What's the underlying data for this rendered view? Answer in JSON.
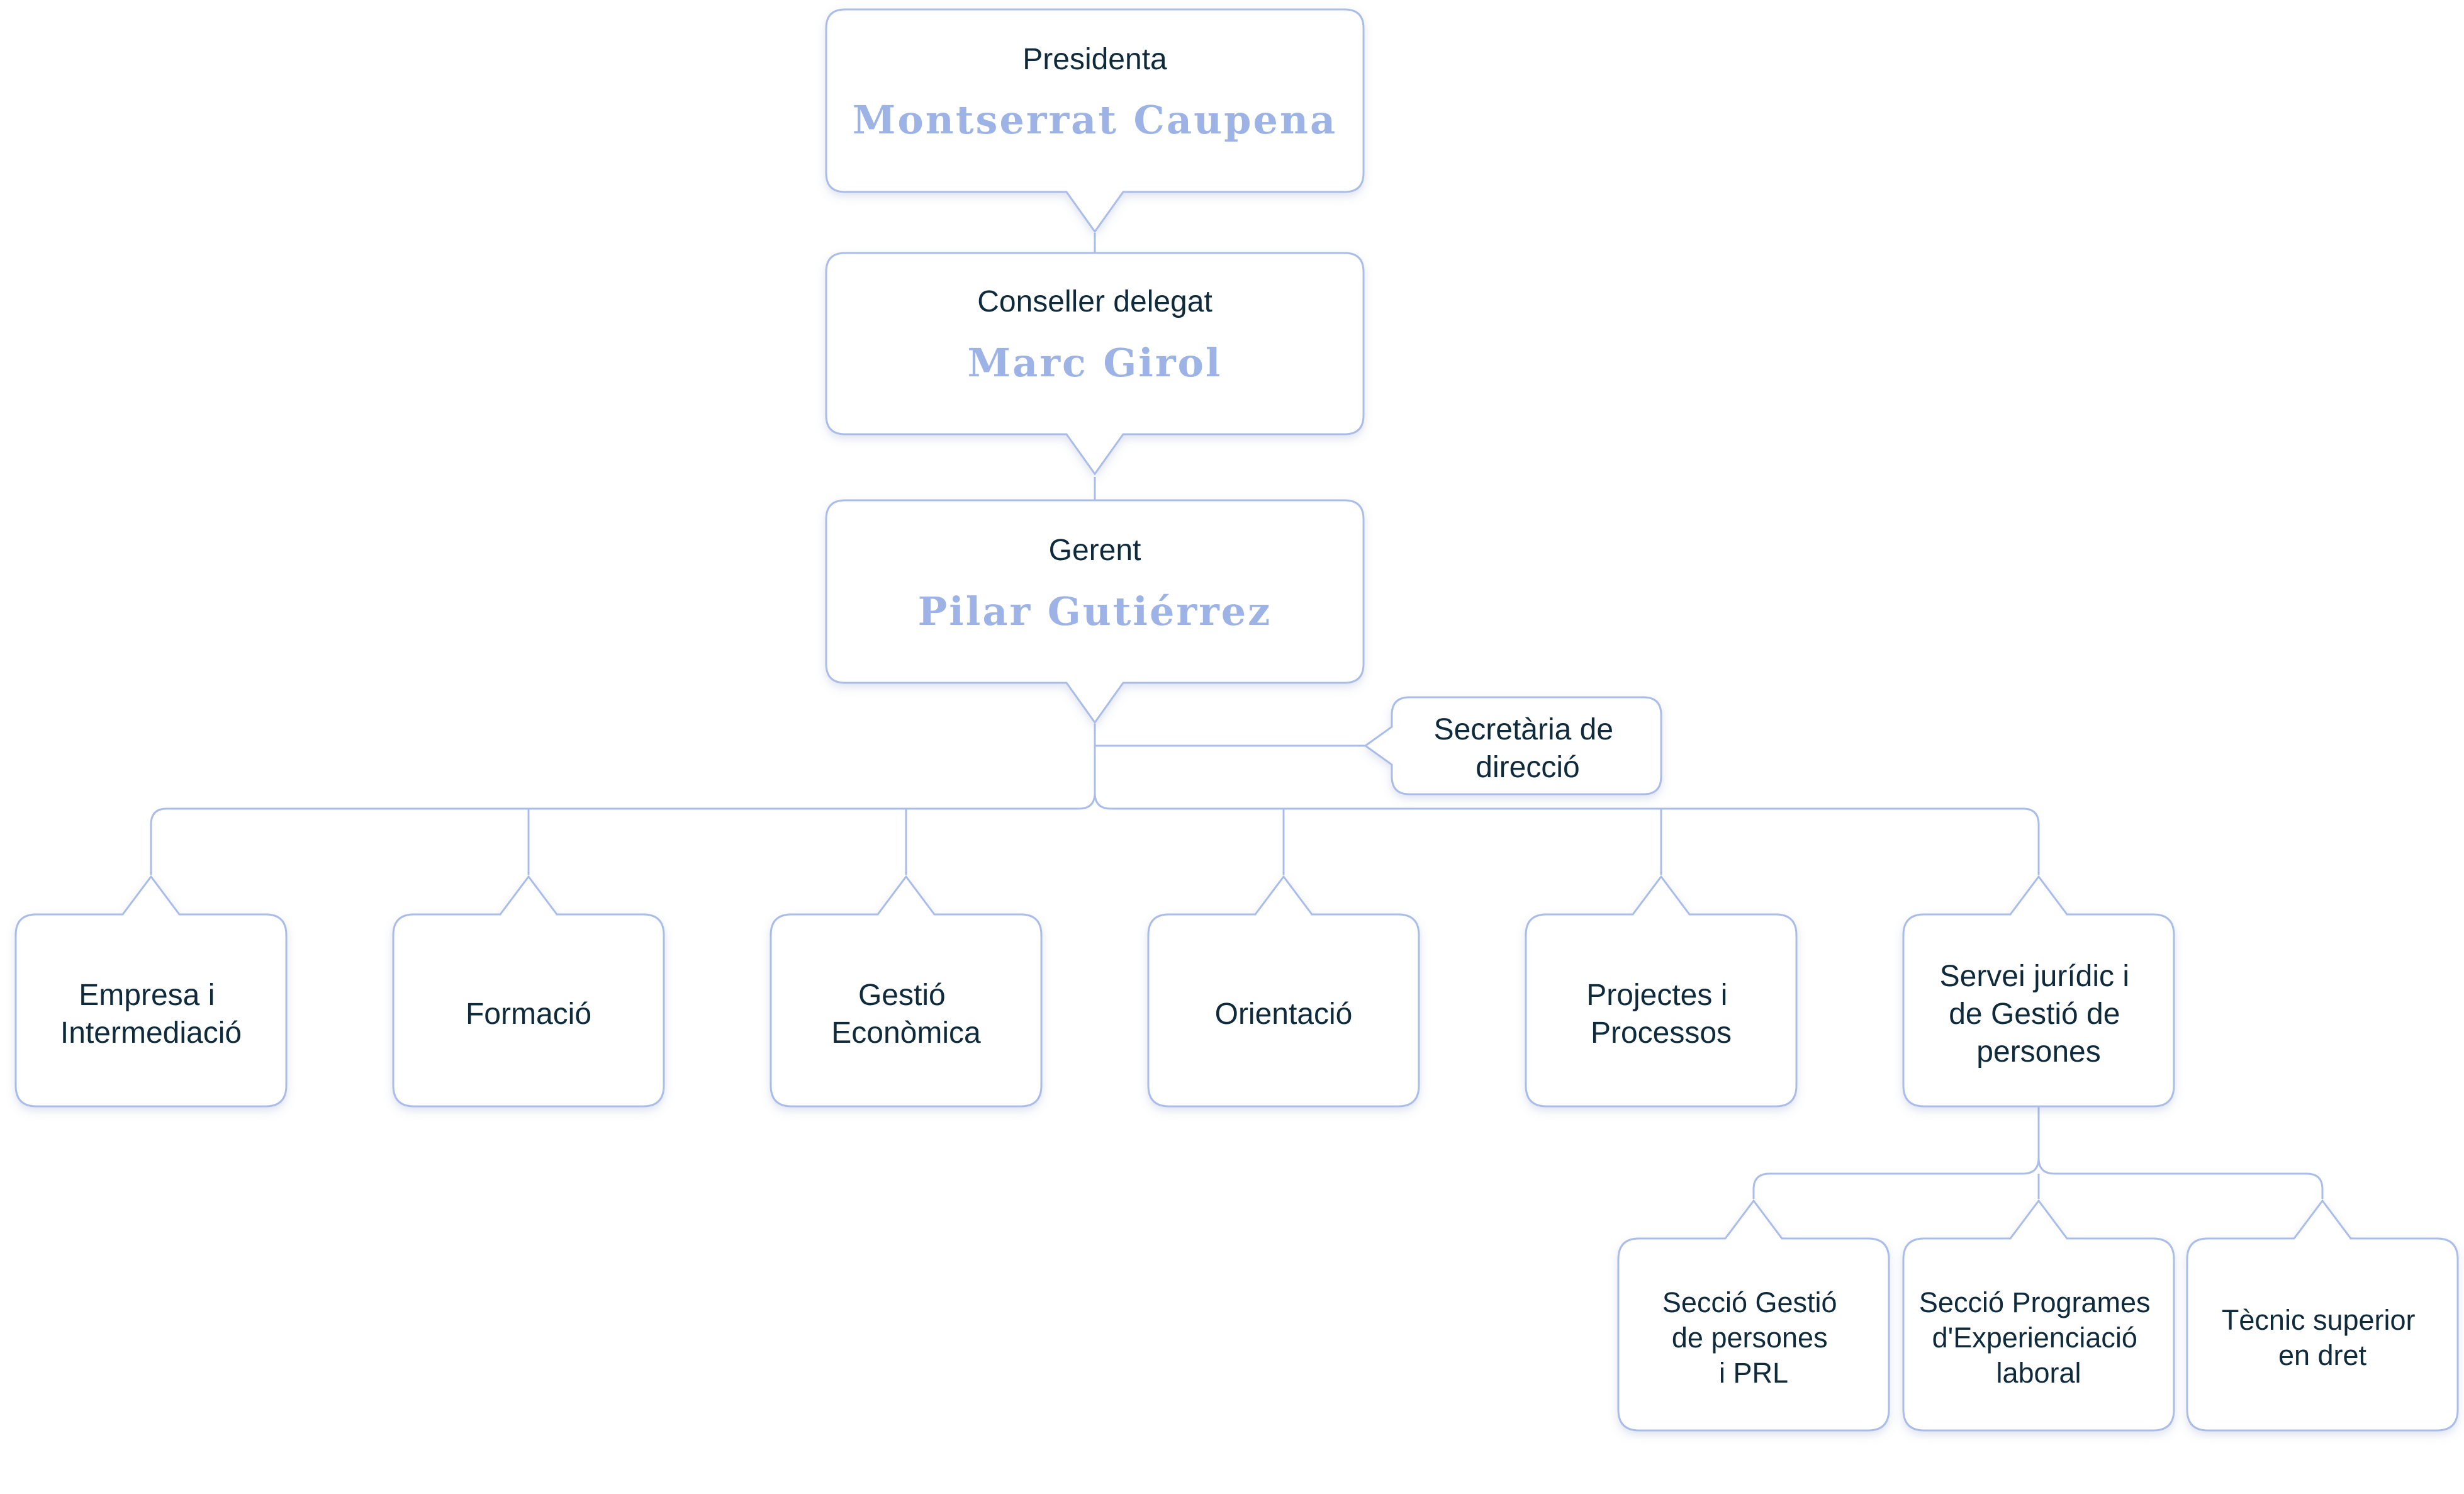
{
  "nodes": {
    "president": {
      "role": "Presidenta",
      "name": "Montserrat Caupena"
    },
    "delegate": {
      "role": "Conseller delegat",
      "name": "Marc Girol"
    },
    "manager": {
      "role": "Gerent",
      "name": "Pilar Gutiérrez"
    },
    "secretary": {
      "lines": [
        "Secretària de",
        "direcció"
      ]
    }
  },
  "departments": [
    {
      "lines": [
        "Empresa i",
        "Intermediació"
      ]
    },
    {
      "lines": [
        "Formació"
      ]
    },
    {
      "lines": [
        "Gestió",
        "Econòmica"
      ]
    },
    {
      "lines": [
        "Orientació"
      ]
    },
    {
      "lines": [
        "Projectes i",
        "Processos"
      ]
    },
    {
      "lines": [
        "Servei jurídic i",
        "de Gestió de",
        "persones"
      ]
    }
  ],
  "subsections": [
    {
      "lines": [
        "Secció Gestió",
        "de persones",
        "i PRL"
      ]
    },
    {
      "lines": [
        "Secció Programes",
        "d'Experienciació",
        "laboral"
      ]
    },
    {
      "lines": [
        "Tècnic superior",
        "en dret"
      ]
    }
  ],
  "colors": {
    "accent": "#9db3e6",
    "border": "#aabde9",
    "text": "#0e2a3b"
  }
}
